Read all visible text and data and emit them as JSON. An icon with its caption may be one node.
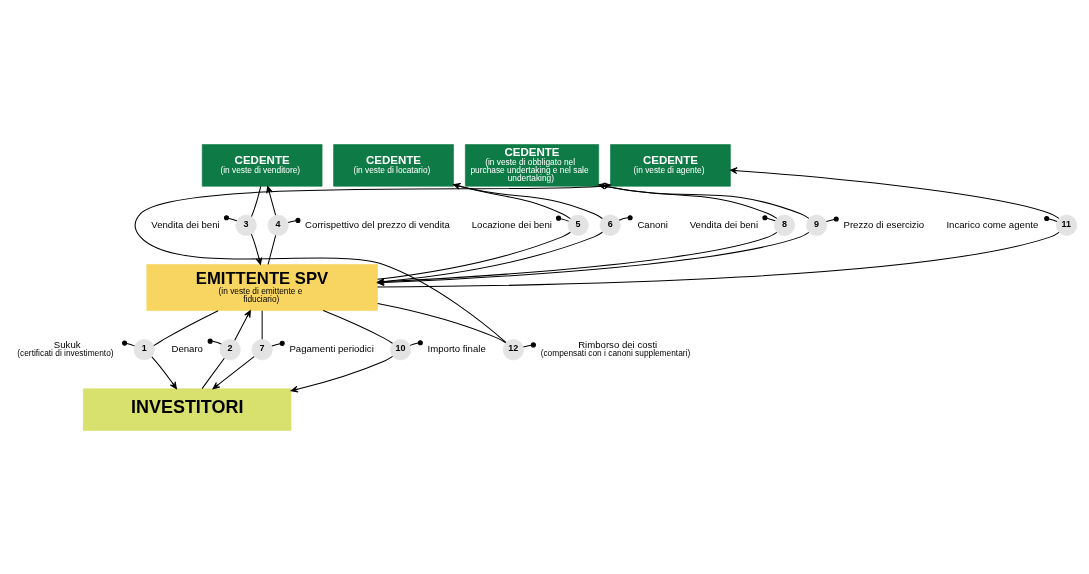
{
  "diagram": {
    "nodes": [
      {
        "text": [
          "CEDENTE",
          "(in veste di venditore)"
        ]
      },
      {
        "text": [
          "CEDENTE",
          "(in veste di locatario)"
        ]
      },
      {
        "text": [
          "CEDENTE",
          "(in veste di obbligato nel purchase undertaking e nel sale undertaking)"
        ]
      },
      {
        "text": [
          "CEDENTE",
          "(in veste di agente)"
        ]
      },
      {
        "text": [
          "EMITTENTE SPV",
          "(in veste di emittente e fiduciario)"
        ]
      },
      {
        "text": [
          "INVESTITORI"
        ]
      },
      {
        "text": [
          "1"
        ]
      },
      {
        "text": [
          "2"
        ]
      },
      {
        "text": [
          "3"
        ]
      },
      {
        "text": [
          "4"
        ]
      },
      {
        "text": [
          "5"
        ]
      },
      {
        "text": [
          "6"
        ]
      },
      {
        "text": [
          "7"
        ]
      },
      {
        "text": [
          "8"
        ]
      },
      {
        "text": [
          "9"
        ]
      },
      {
        "text": [
          "10"
        ]
      },
      {
        "text": [
          "11"
        ]
      },
      {
        "text": [
          "12"
        ]
      },
      {
        "text": [
          "Sukuk",
          "(certificati di investimento)"
        ]
      },
      {
        "text": [
          "Denaro"
        ]
      },
      {
        "text": [
          "Vendita dei beni"
        ]
      },
      {
        "text": [
          "Corrispettivo del prezzo di vendita"
        ]
      },
      {
        "text": [
          "Locazione dei beni"
        ]
      },
      {
        "text": [
          "Canoni"
        ]
      },
      {
        "text": [
          "Pagamenti periodici"
        ]
      },
      {
        "text": [
          "Vendita dei beni"
        ]
      },
      {
        "text": [
          "Prezzo di esercizio"
        ]
      },
      {
        "text": [
          "Importo finale"
        ]
      },
      {
        "text": [
          "Incarico come agente"
        ]
      },
      {
        "text": [
          "Rimborso dei costi",
          "(compensati con i canoni supplementari)"
        ]
      }
    ],
    "edges": [
      {
        "from": 4,
        "to": 6,
        "arrow": "none"
      },
      {
        "from": 6,
        "to": 5,
        "arrow": "to"
      },
      {
        "from": 6,
        "to": 18,
        "arrow": "other"
      },
      {
        "from": 5,
        "to": 7,
        "arrow": "none"
      },
      {
        "from": 7,
        "to": 4,
        "arrow": "to"
      },
      {
        "from": 7,
        "to": 19,
        "arrow": "other"
      },
      {
        "from": 0,
        "to": 8,
        "arrow": "none"
      },
      {
        "from": 8,
        "to": 4,
        "arrow": "to"
      },
      {
        "from": 8,
        "to": 20,
        "arrow": "other"
      },
      {
        "from": 4,
        "to": 9,
        "arrow": "none"
      },
      {
        "from": 9,
        "to": 0,
        "arrow": "to"
      },
      {
        "from": 9,
        "to": 21,
        "arrow": "other"
      },
      {
        "from": 4,
        "to": 10,
        "arrow": "none"
      },
      {
        "from": 10,
        "to": 1,
        "arrow": "to"
      },
      {
        "from": 10,
        "to": 22,
        "arrow": "other"
      },
      {
        "from": 1,
        "to": 11,
        "arrow": "none"
      },
      {
        "from": 11,
        "to": 4,
        "arrow": "to"
      },
      {
        "from": 11,
        "to": 23,
        "arrow": "other"
      },
      {
        "from": 4,
        "to": 12,
        "arrow": "none"
      },
      {
        "from": 12,
        "to": 5,
        "arrow": "to"
      },
      {
        "from": 12,
        "to": 24,
        "arrow": "other"
      },
      {
        "from": 4,
        "to": 13,
        "arrow": "none"
      },
      {
        "from": 13,
        "to": 2,
        "arrow": "to"
      },
      {
        "from": 13,
        "to": 25,
        "arrow": "other"
      },
      {
        "from": 2,
        "to": 14,
        "arrow": "none"
      },
      {
        "from": 14,
        "to": 4,
        "arrow": "to"
      },
      {
        "from": 14,
        "to": 26,
        "arrow": "other"
      },
      {
        "from": 4,
        "to": 15,
        "arrow": "none"
      },
      {
        "from": 15,
        "to": 5,
        "arrow": "to"
      },
      {
        "from": 15,
        "to": 27,
        "arrow": "other"
      },
      {
        "from": 4,
        "to": 16,
        "arrow": "none"
      },
      {
        "from": 16,
        "to": 3,
        "arrow": "to"
      },
      {
        "from": 16,
        "to": 28,
        "arrow": "other"
      },
      {
        "from": 4,
        "to": 17,
        "arrow": "none"
      },
      {
        "from": 17,
        "to": 3,
        "arrow": "to"
      },
      {
        "from": 17,
        "to": 29,
        "arrow": "other"
      }
    ]
  }
}
